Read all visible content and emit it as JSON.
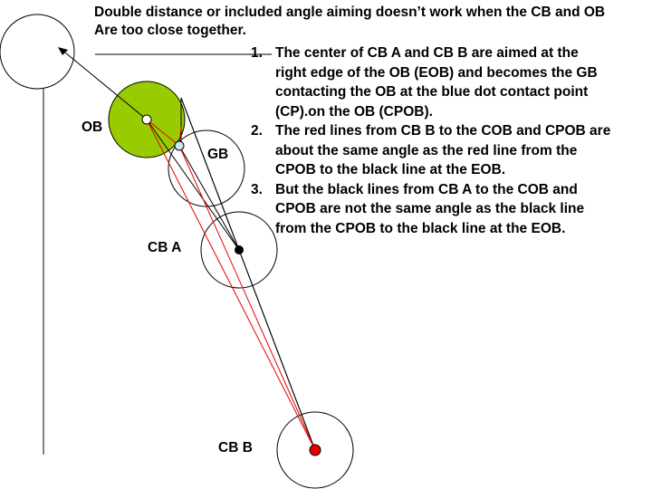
{
  "title": {
    "line1": "Double distance or included angle aiming doesn’t work when the CB and OB",
    "line2": "Are too close together."
  },
  "notes": [
    {
      "number": "1.",
      "lines": [
        "The center of CB A and CB B are aimed at the",
        "right edge of the OB (EOB) and becomes the GB",
        "contacting the OB at the blue dot contact point",
        "(CP).on the OB (CPOB)."
      ]
    },
    {
      "number": "2.",
      "lines": [
        "The red lines from CB B to the COB and CPOB are",
        "about the same angle as the red line from the",
        "CPOB to the black line at the EOB."
      ]
    },
    {
      "number": "3.",
      "lines": [
        "But the black lines from CB A to the COB and",
        "CPOB are not the same angle as the black line",
        "from the CPOB to the black line at the EOB."
      ]
    }
  ],
  "labels": {
    "ob": "OB",
    "gb": "GB",
    "cb_a": "CB A",
    "cb_b": "CB B"
  },
  "colors": {
    "object_ball": "#99cc00",
    "contact_point": "#cce8ee",
    "red_line": "#e60000",
    "cue_ball_b_dot": "#e60000",
    "cue_ball_a_dot": "#000000"
  }
}
